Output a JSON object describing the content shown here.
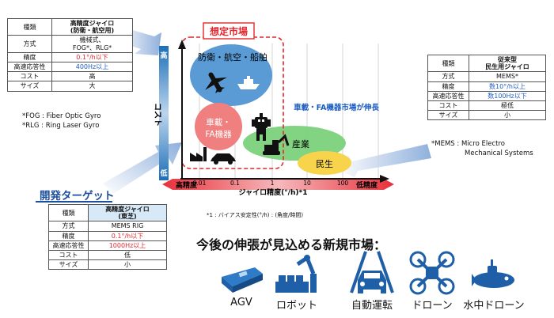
{
  "high_precision_table": {
    "headers": [
      "種類",
      "高精度ジャイロ",
      "(防衛・航空用)"
    ],
    "rows": [
      {
        "label": "方式",
        "value_lines": [
          "機械式、",
          "FOG*、RLG*"
        ]
      },
      {
        "label": "精度",
        "value": "0.1°/h以下"
      },
      {
        "label": "高速応答性",
        "value": "400Hz以上"
      },
      {
        "label": "コスト",
        "value": "高"
      },
      {
        "label": "サイズ",
        "value": "大"
      }
    ]
  },
  "conventional_table": {
    "headers": [
      "種類",
      "従来型",
      "民生用ジャイロ"
    ],
    "rows": [
      {
        "label": "方式",
        "value": "MEMS*"
      },
      {
        "label": "精度",
        "value": "数10°/h以上"
      },
      {
        "label": "高速応答性",
        "value": "数100Hz以下"
      },
      {
        "label": "コスト",
        "value": "極低"
      },
      {
        "label": "サイズ",
        "value": "小"
      }
    ]
  },
  "development_table": {
    "headers": [
      "種類",
      "高精度ジャイロ",
      "(東芝)"
    ],
    "rows": [
      {
        "label": "方式",
        "value": "MEMS RIG"
      },
      {
        "label": "精度",
        "value": "0.1°/h以下"
      },
      {
        "label": "高速応答性",
        "value": "1000Hz以上"
      },
      {
        "label": "コスト",
        "value": "低"
      },
      {
        "label": "サイズ",
        "value": "小"
      }
    ]
  },
  "notes": {
    "fog": "*FOG : Fiber Optic Gyro",
    "rlg": "*RLG : Ring Laser Gyro",
    "mems_1": "*MEMS : Micro Electro",
    "mems_2": "Mechanical Systems",
    "bias": "*1 : バイアス安定性(°/h) : (角度/時間)"
  },
  "development_target": "開発ターゲット",
  "diagram": {
    "assumed_market": "想定市場",
    "y_axis_high": "高",
    "y_axis_label": "コスト",
    "y_axis_low": "低",
    "x_axis_high_precision": "高精度",
    "x_axis_label": "ジャイロ精度(°/h)*1",
    "x_axis_low_precision": "低精度",
    "x_ticks": [
      "0.01",
      "0.1",
      "1",
      "10",
      "100"
    ],
    "market_defense": "防衛・航空・船舶",
    "market_auto_fa_1": "車載・",
    "market_auto_fa_2": "FA機器",
    "market_industry": "産業",
    "market_consumer": "民生",
    "growth_label": "車載・FA機器市場が伸長"
  },
  "headline": "今後の伸張が見込める新規市場：",
  "new_markets": [
    {
      "label": "AGV",
      "icon": "agv-icon"
    },
    {
      "label": "ロボット",
      "icon": "robot-icon"
    },
    {
      "label": "自動運転",
      "icon": "autonomous-driving-icon"
    },
    {
      "label": "ドローン",
      "icon": "drone-icon"
    },
    {
      "label": "水中ドローン",
      "icon": "underwater-drone-icon"
    }
  ],
  "colors": {
    "red_highlight": "#e3262d",
    "blue_highlight": "#1f5fc2",
    "defense_bubble": "#5b9bd5",
    "auto_fa_bubble": "#f08080",
    "industry_bubble": "#7bd17b",
    "consumer_bubble": "#f7d44c",
    "icon_blue": "#1f5fa8"
  }
}
